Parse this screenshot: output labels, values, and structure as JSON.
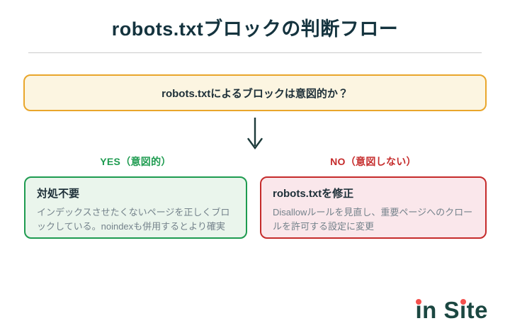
{
  "header": {
    "title": "robots.txtブロックの判断フロー"
  },
  "question": {
    "text": "robots.txtによるブロックは意図的か？"
  },
  "branches": {
    "yes": {
      "label": "YES（意図的）",
      "title": "対処不要",
      "body": "インデックスさせたくないページを正しくブロックしている。noindexも併用するとより確実"
    },
    "no": {
      "label": "NO（意図しない）",
      "title": "robots.txtを修正",
      "body": "Disallowルールを見直し、重要ページへのクロールを許可する設定に変更"
    }
  },
  "logo": {
    "text": "in Site",
    "segments": [
      {
        "ch": "i",
        "dot": true
      },
      {
        "ch": "n",
        "dot": false
      },
      {
        "ch": " ",
        "dot": false
      },
      {
        "ch": "S",
        "dot": false
      },
      {
        "ch": "i",
        "dot": true
      },
      {
        "ch": "t",
        "dot": false
      },
      {
        "ch": "e",
        "dot": false
      }
    ]
  },
  "colors": {
    "dark-text": "#1d2f38",
    "title-text": "#14333e",
    "divider": "#cbcbcb",
    "question-border": "#e9a62b",
    "question-bg": "#fcf5e1",
    "yes-accent": "#1e9b50",
    "yes-bg": "#eaf5ec",
    "no-accent": "#c52b2b",
    "no-bg": "#fae7eb",
    "body-text": "#74828b",
    "arrow": "#1c3a3a",
    "logo-teal": "#1b4741",
    "logo-dot": "#f4504c"
  }
}
